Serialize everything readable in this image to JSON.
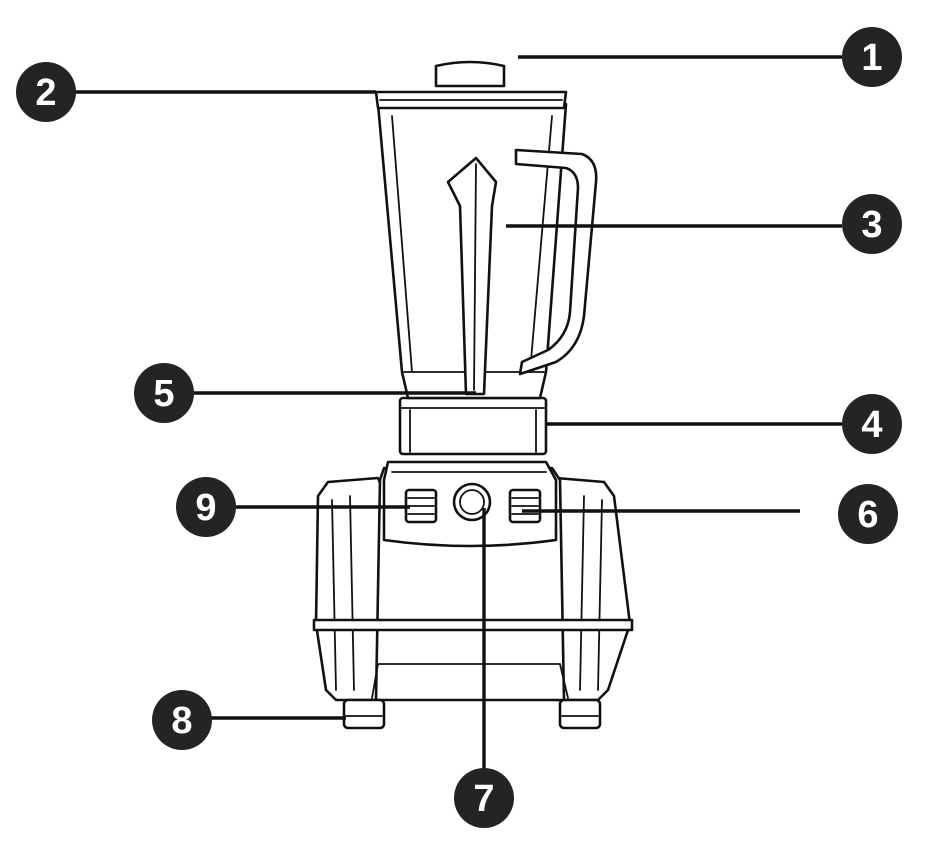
{
  "callouts": [
    {
      "id": "callout-1",
      "label": "1"
    },
    {
      "id": "callout-2",
      "label": "2"
    },
    {
      "id": "callout-3",
      "label": "3"
    },
    {
      "id": "callout-4",
      "label": "4"
    },
    {
      "id": "callout-5",
      "label": "5"
    },
    {
      "id": "callout-6",
      "label": "6"
    },
    {
      "id": "callout-7",
      "label": "7"
    },
    {
      "id": "callout-8",
      "label": "8"
    },
    {
      "id": "callout-9",
      "label": "9"
    }
  ],
  "colors": {
    "badge_fill": "#242424",
    "badge_text": "#ffffff",
    "line": "#111111",
    "background": "#ffffff"
  }
}
